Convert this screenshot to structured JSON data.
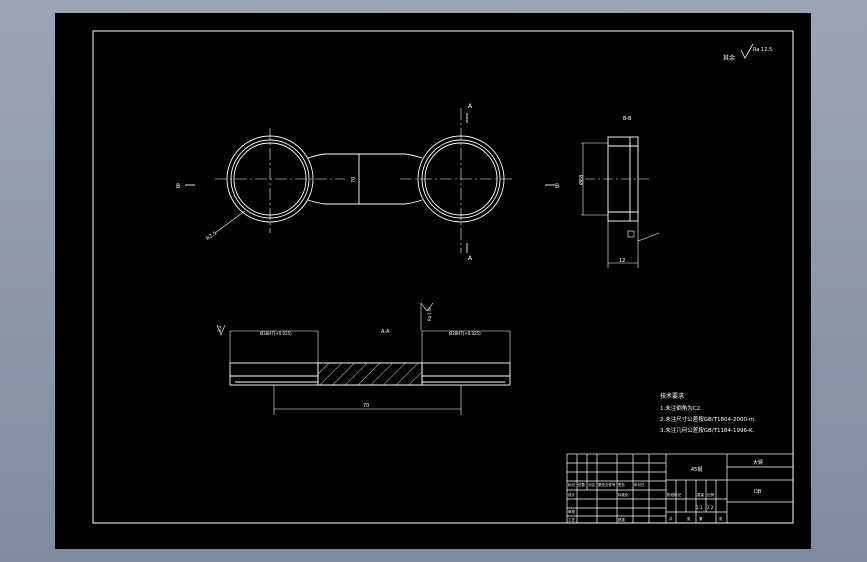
{
  "colors": {
    "app_background": "#8b97a8",
    "sheet": "#000000",
    "lines": "#ffffff",
    "hatch": "#ffffff"
  },
  "roughness_note": {
    "prefix": "其余",
    "value": "Ra 12.5"
  },
  "top_view": {
    "section_marks": [
      "B",
      "B",
      "A",
      "A"
    ],
    "center_dim": "70",
    "radius_dim": "R2.5"
  },
  "side_view": {
    "title": "B-B",
    "height_dim": "Ø68",
    "width_dim": "12"
  },
  "section_view": {
    "title": "A-A",
    "left_dim": "Ø38H7(+0.025)",
    "right_dim": "Ø38H7(+0.025)",
    "roughness_left": "3.2",
    "roughness_mid": "Ra 1.6",
    "center_distance": "70"
  },
  "tech_requirements": {
    "heading": "技术要求",
    "items": [
      "1.未注倒角为C2.",
      "2.未注尺寸公差按GB/T1804-2000-m.",
      "3.未注几何公差按GB/T1184-1996-K."
    ]
  },
  "title_block": {
    "material": "45钢",
    "name": "大臂",
    "drawing_no": "DB",
    "scale": "1:1",
    "sheet_count": "2 2",
    "header_cells": [
      "标记",
      "处数",
      "分区",
      "更改文件号",
      "签名",
      "年月日"
    ],
    "row_labels": [
      "设计",
      "审核",
      "工艺"
    ],
    "mid_labels": [
      "标准化",
      "批准"
    ],
    "stage_labels": [
      "阶段标记",
      "重量",
      "比例"
    ],
    "bottom_labels": [
      "共",
      "张",
      "第",
      "张"
    ]
  }
}
